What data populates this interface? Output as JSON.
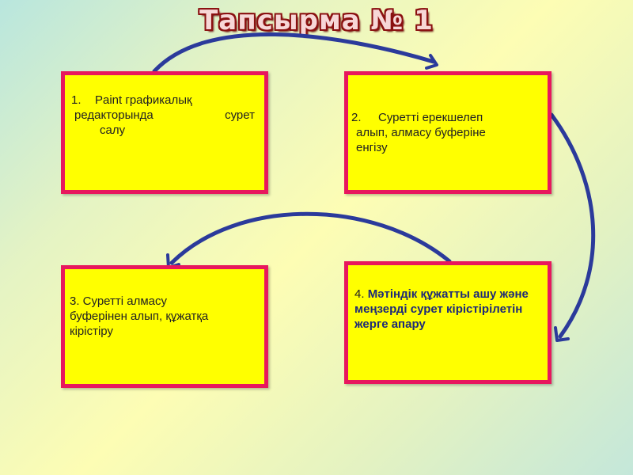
{
  "title": "Тапсырма  № 1",
  "boxes": [
    {
      "number": "1.",
      "line1": "Paint  графикалық",
      "line2": "редакторында      сурет",
      "line3": "салу"
    },
    {
      "number": "2.",
      "line1": "Суретті  ерекшелеп",
      "line2": "алып, алмасу  буферіне",
      "line3": "енгізу"
    },
    {
      "line1": "3. Суретті  алмасу",
      "line2": "буферінен  алып, құжатқа",
      "line3": "кірістіру"
    },
    {
      "number": "4.",
      "text": "Мәтіндік  құжатты ашу  және  меңзерді сурет  кірістірілетін жерге  апару"
    }
  ],
  "colors": {
    "box_fill": "#ffff00",
    "box_border": "#e8175d",
    "arrow": "#2b3a9b",
    "title_outline": "#8a1010"
  }
}
